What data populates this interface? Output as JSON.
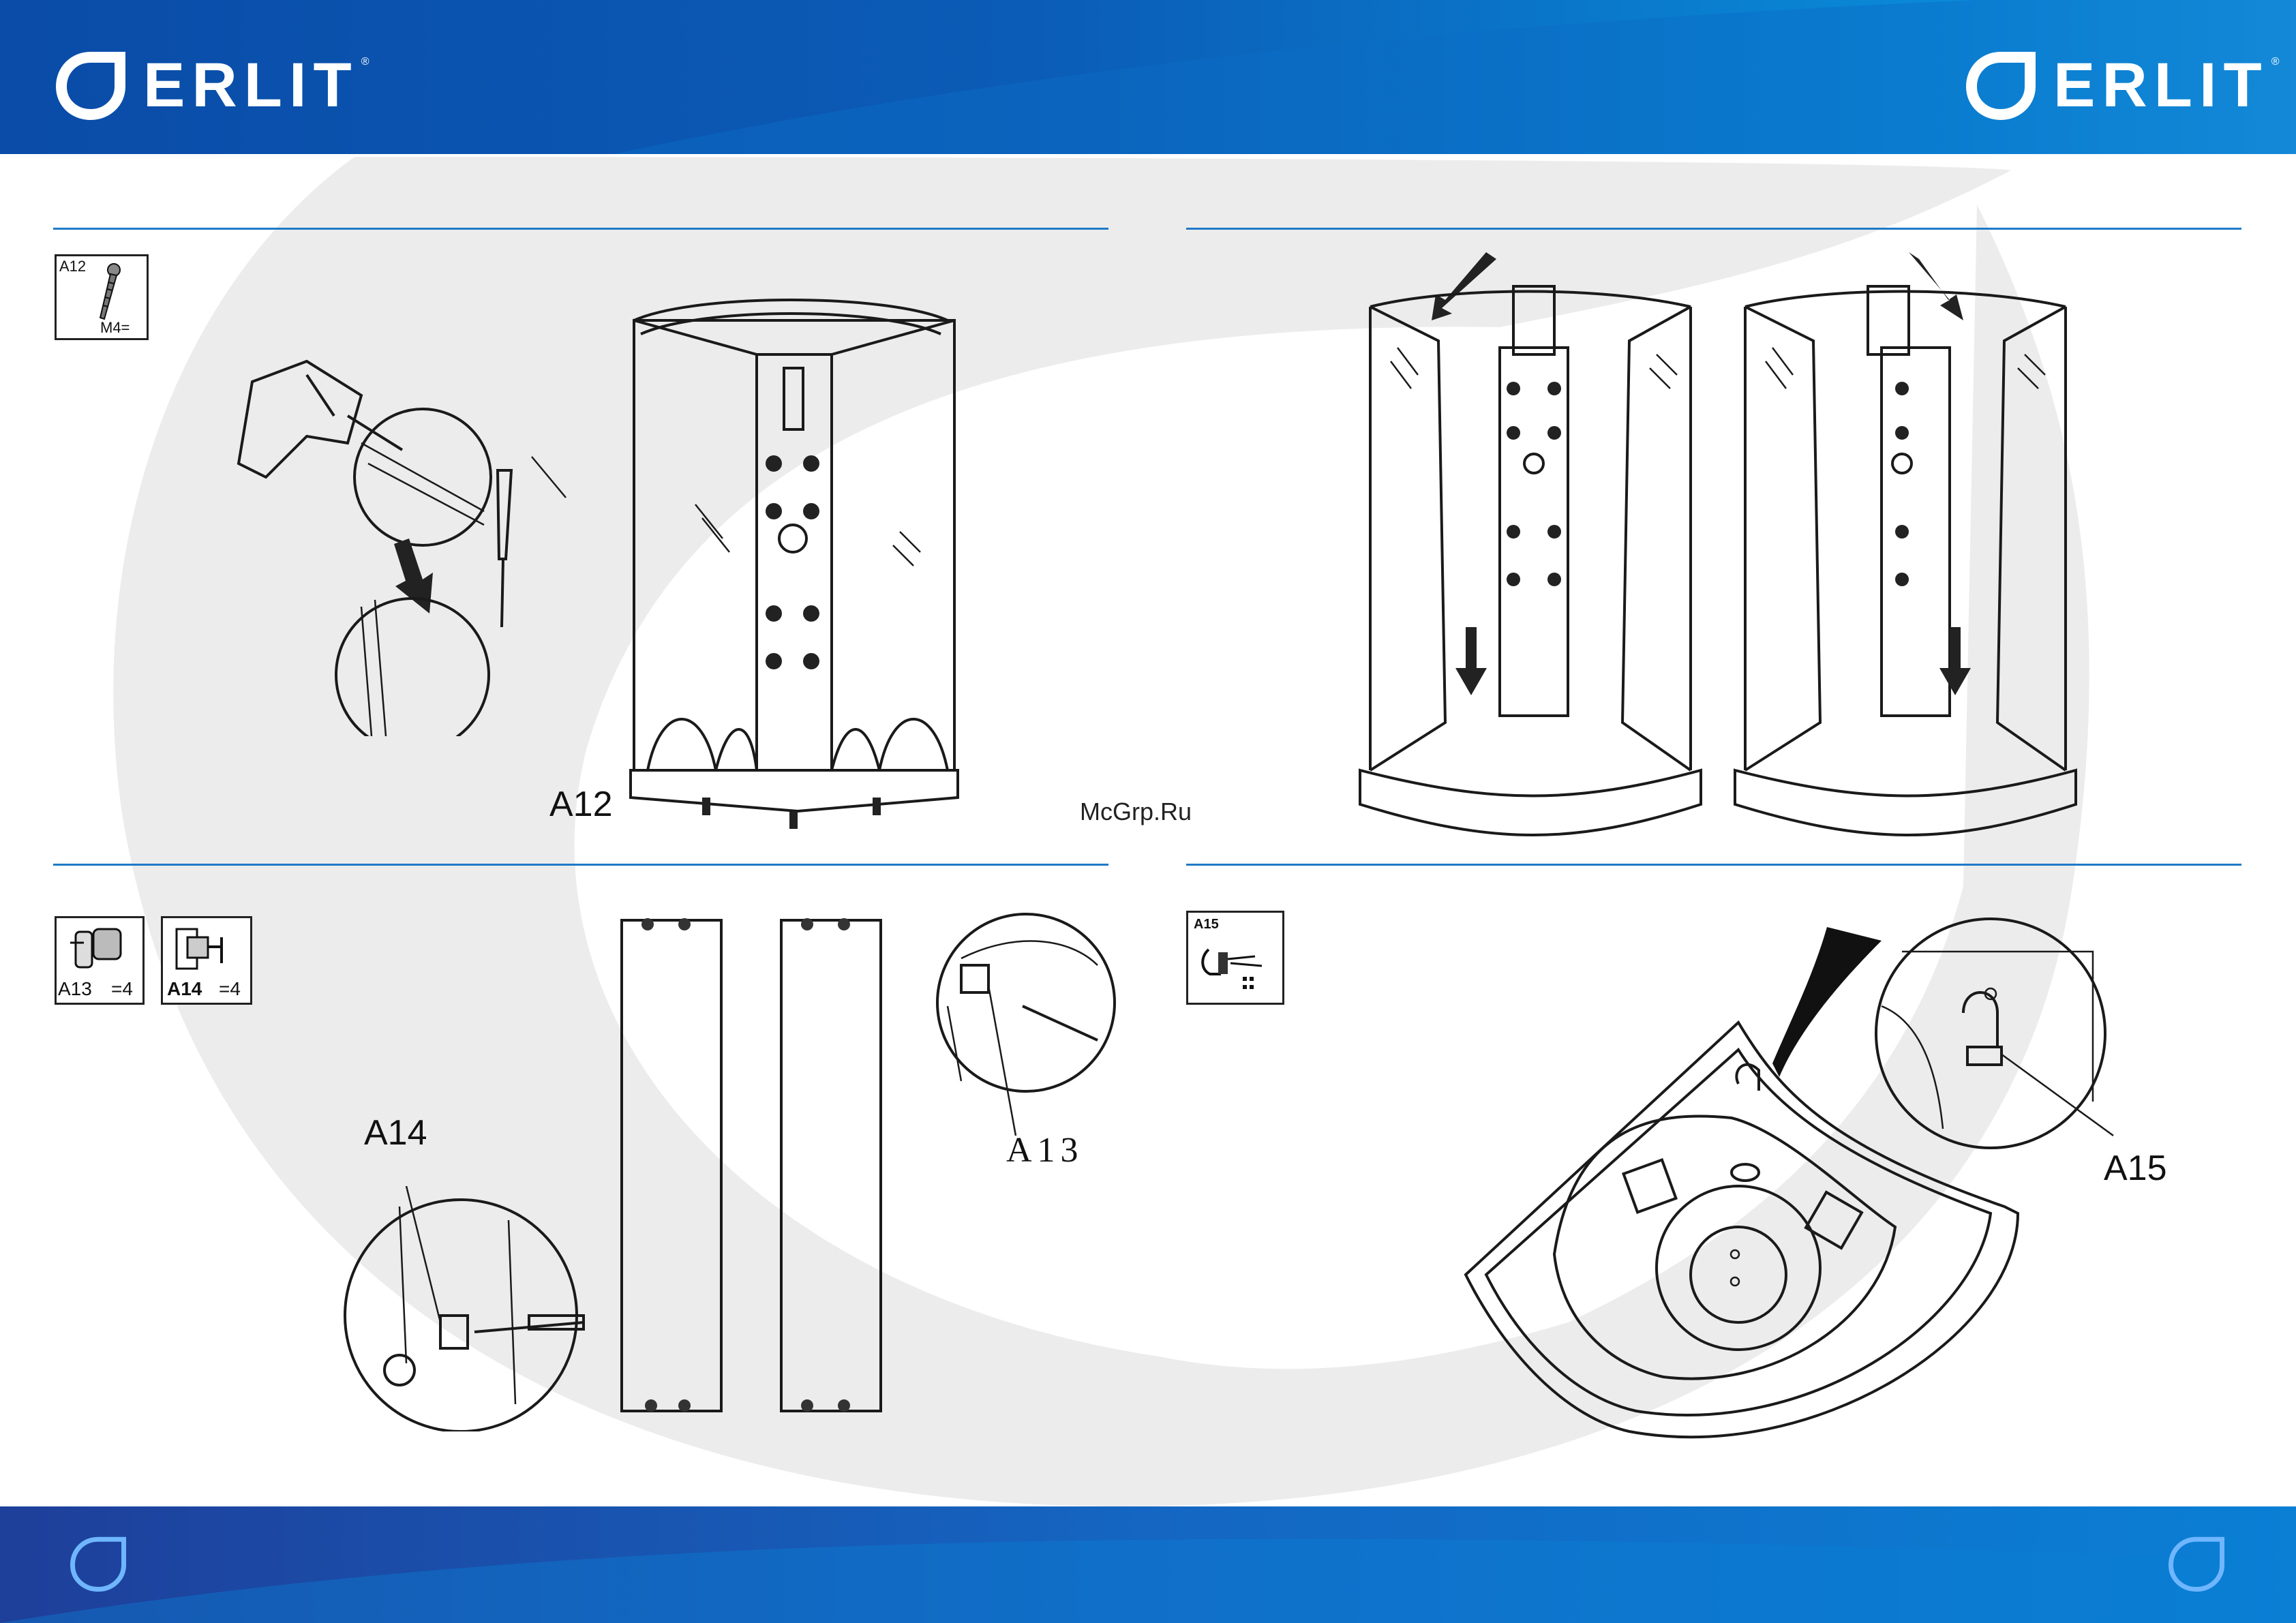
{
  "brand": {
    "name": "ERLIT",
    "reg": "®"
  },
  "watermark": "McGrp.Ru",
  "parts": {
    "a12": {
      "code": "A12",
      "spec": "M4="
    },
    "a13": {
      "code": "A13",
      "qty": "=4"
    },
    "a14": {
      "code": "A14",
      "qty": "=4"
    },
    "a15": {
      "code": "A15"
    }
  },
  "callouts": {
    "a12": "A12",
    "a13": "A13",
    "a14": "A14",
    "a15": "A15"
  },
  "colors": {
    "header_start": "#0a4ca8",
    "header_end": "#1aa0e6",
    "rule": "#1f7ac8",
    "background_swirl": "#ececec"
  }
}
